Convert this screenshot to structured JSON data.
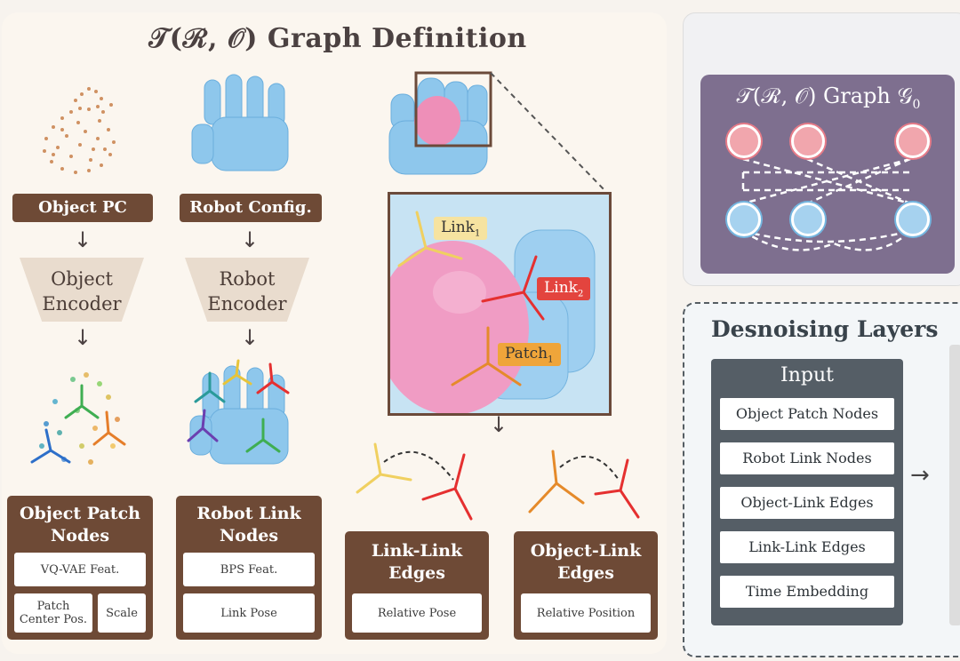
{
  "title": "𝒯(ℛ, 𝒪) Graph Definition",
  "object_column": {
    "tag": "Object PC",
    "encoder": [
      "Object",
      "Encoder"
    ],
    "nodes_title": [
      "Object Patch",
      "Nodes"
    ],
    "feat": "VQ-VAE Feat.",
    "center_pos": [
      "Patch",
      "Center Pos."
    ],
    "scale": "Scale"
  },
  "robot_column": {
    "tag": "Robot Config.",
    "encoder": [
      "Robot",
      "Encoder"
    ],
    "nodes_title": [
      "Robot Link",
      "Nodes"
    ],
    "feat": "BPS Feat.",
    "pose": "Link Pose"
  },
  "zoom_labels": {
    "link1": "Link",
    "link1_sub": "1",
    "link2": "Link",
    "link2_sub": "2",
    "patch1": "Patch",
    "patch1_sub": "1"
  },
  "link_link": {
    "title": [
      "Link-Link",
      "Edges"
    ],
    "cell": "Relative Pose"
  },
  "object_link": {
    "title": [
      "Object-Link",
      "Edges"
    ],
    "cell": "Relative Position"
  },
  "graph": {
    "title": "𝒯(ℛ, 𝒪) Graph 𝒢",
    "title_sub": "0"
  },
  "denoising": {
    "title": "Desnoising Layers",
    "input_title": "Input",
    "items": [
      "Object Patch Nodes",
      "Robot Link Nodes",
      "Object-Link Edges",
      "Link-Link Edges",
      "Time Embedding"
    ]
  },
  "colors": {
    "brown": "#6e4a36",
    "encoder": "#e9dcce",
    "graph_bg": "#7e6f8f",
    "input_bg": "#555e66"
  },
  "icons": [
    "arrow-down-icon",
    "arrow-right-icon",
    "coordinate-frame-icon"
  ]
}
